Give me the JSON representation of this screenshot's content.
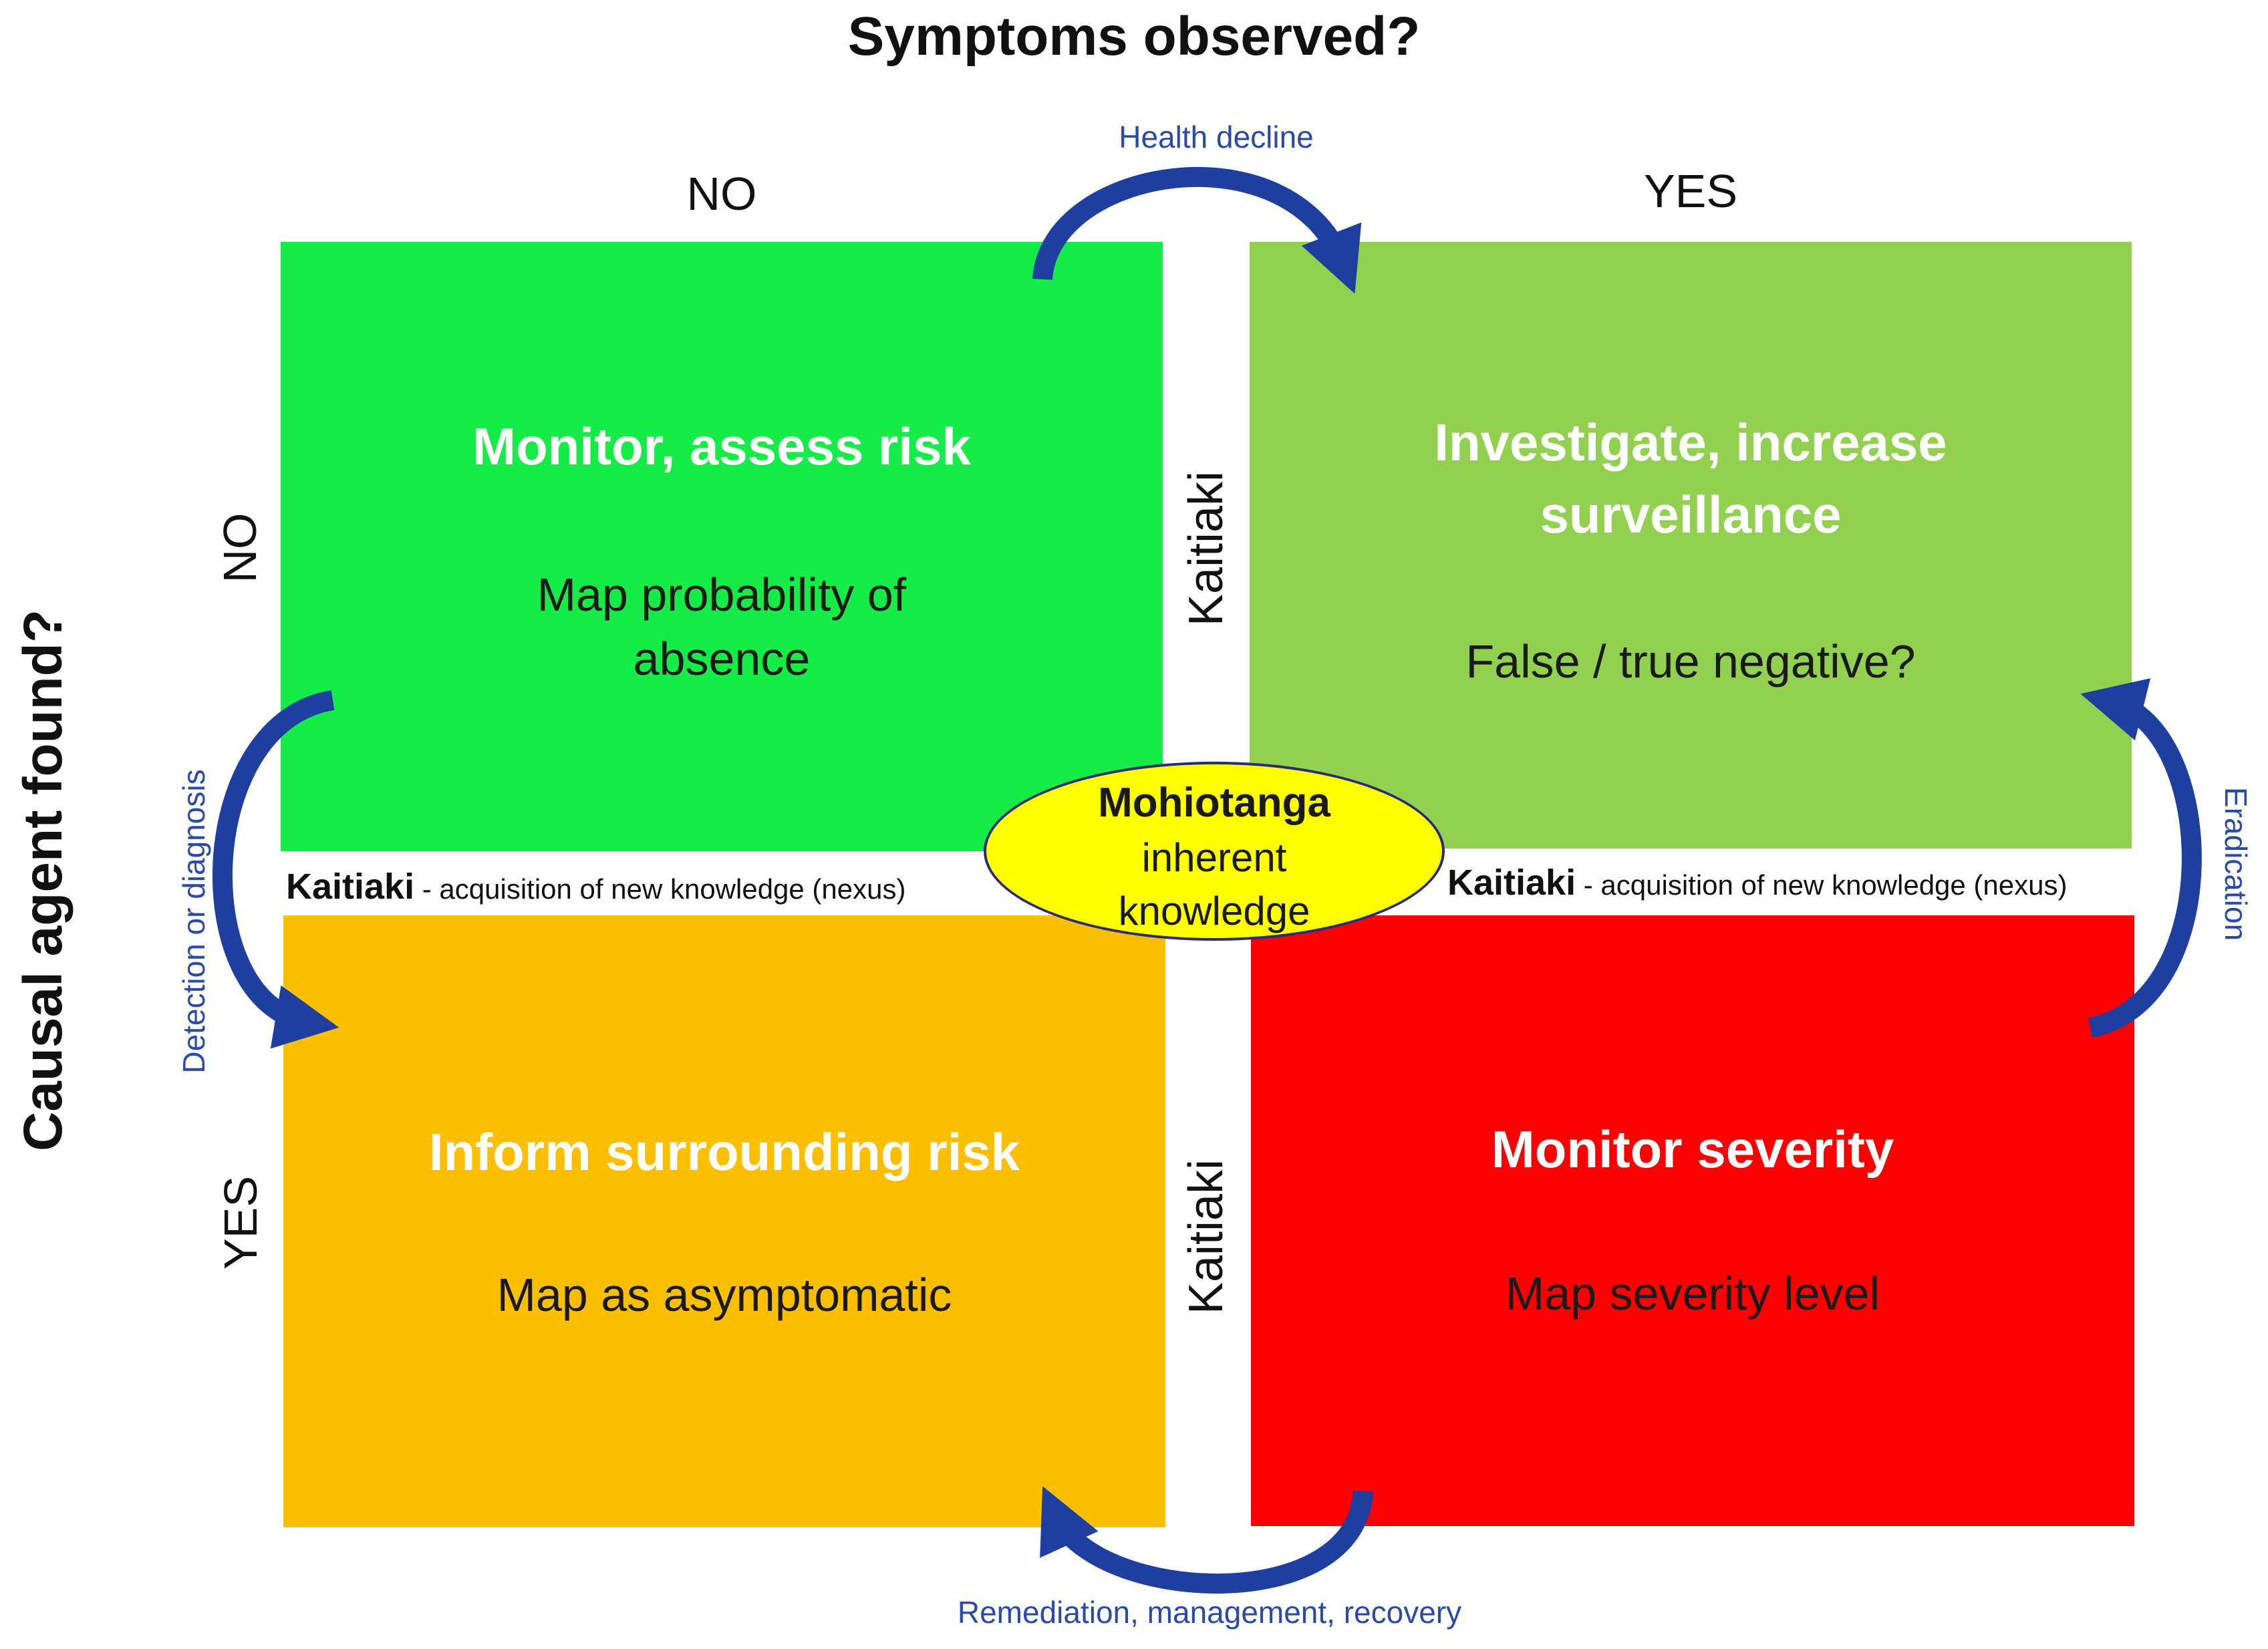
{
  "headings": {
    "top": "Symptoms observed?",
    "left": "Causal agent found?"
  },
  "axis_labels": {
    "top_no": "NO",
    "top_yes": "YES",
    "left_no": "NO",
    "left_yes": "YES"
  },
  "quadrants": {
    "top_left": {
      "title": "Monitor, assess risk",
      "body_line1": "Map probability of",
      "body_line2": "absence",
      "color": "#16ec48"
    },
    "top_right": {
      "title_line1": "Investigate, increase",
      "title_line2": "surveillance",
      "body": "False / true negative?",
      "color": "#92d050"
    },
    "bottom_left": {
      "title": "Inform surrounding risk",
      "body": "Map as asymptomatic",
      "color": "#fbbf00"
    },
    "bottom_right": {
      "title": "Monitor severity",
      "body": "Map severity  level",
      "color": "#fb0000"
    }
  },
  "center": {
    "title": "Mohiotanga",
    "line1": "inherent",
    "line2": "knowledge",
    "color": "#ffff00"
  },
  "kaitiaki": {
    "word": "Kaitiaki",
    "suffix": " - acquisition of new knowledge (nexus)"
  },
  "transitions": {
    "top": "Health decline",
    "bottom": "Remediation, management, recovery",
    "left": "Detection or diagnosis",
    "right": "Eradication"
  },
  "colors": {
    "arrow": "#1f3fa0",
    "transition_text": "#2a4aa8"
  }
}
